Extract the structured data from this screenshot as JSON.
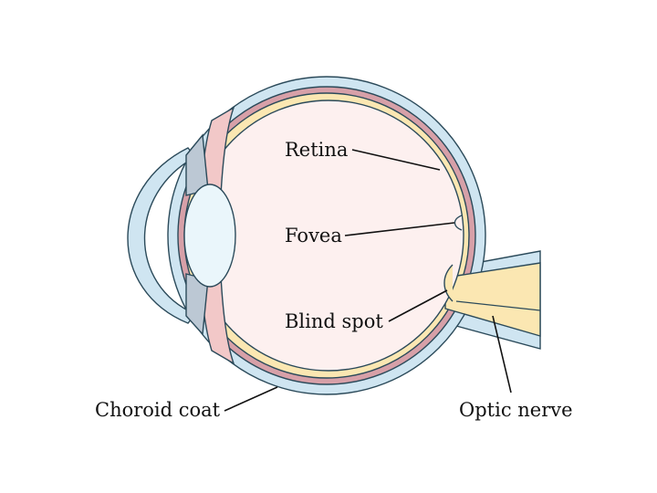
{
  "labels": {
    "retina": "Retina",
    "fovea": "Fovea",
    "blind_spot": "Blind spot",
    "choroid_coat": "Choroid coat",
    "optic_nerve": "Optic nerve"
  },
  "colors": {
    "sclera": "#cfe5f1",
    "choroid": "#d7a0a8",
    "retina": "#fbe7b2",
    "vitreous": "#fdf0ef",
    "ciliary_body": "#f2c8c8",
    "lens": "#eaf6fb",
    "iris": "#bcc8d4",
    "outline": "#2b4a5a"
  }
}
